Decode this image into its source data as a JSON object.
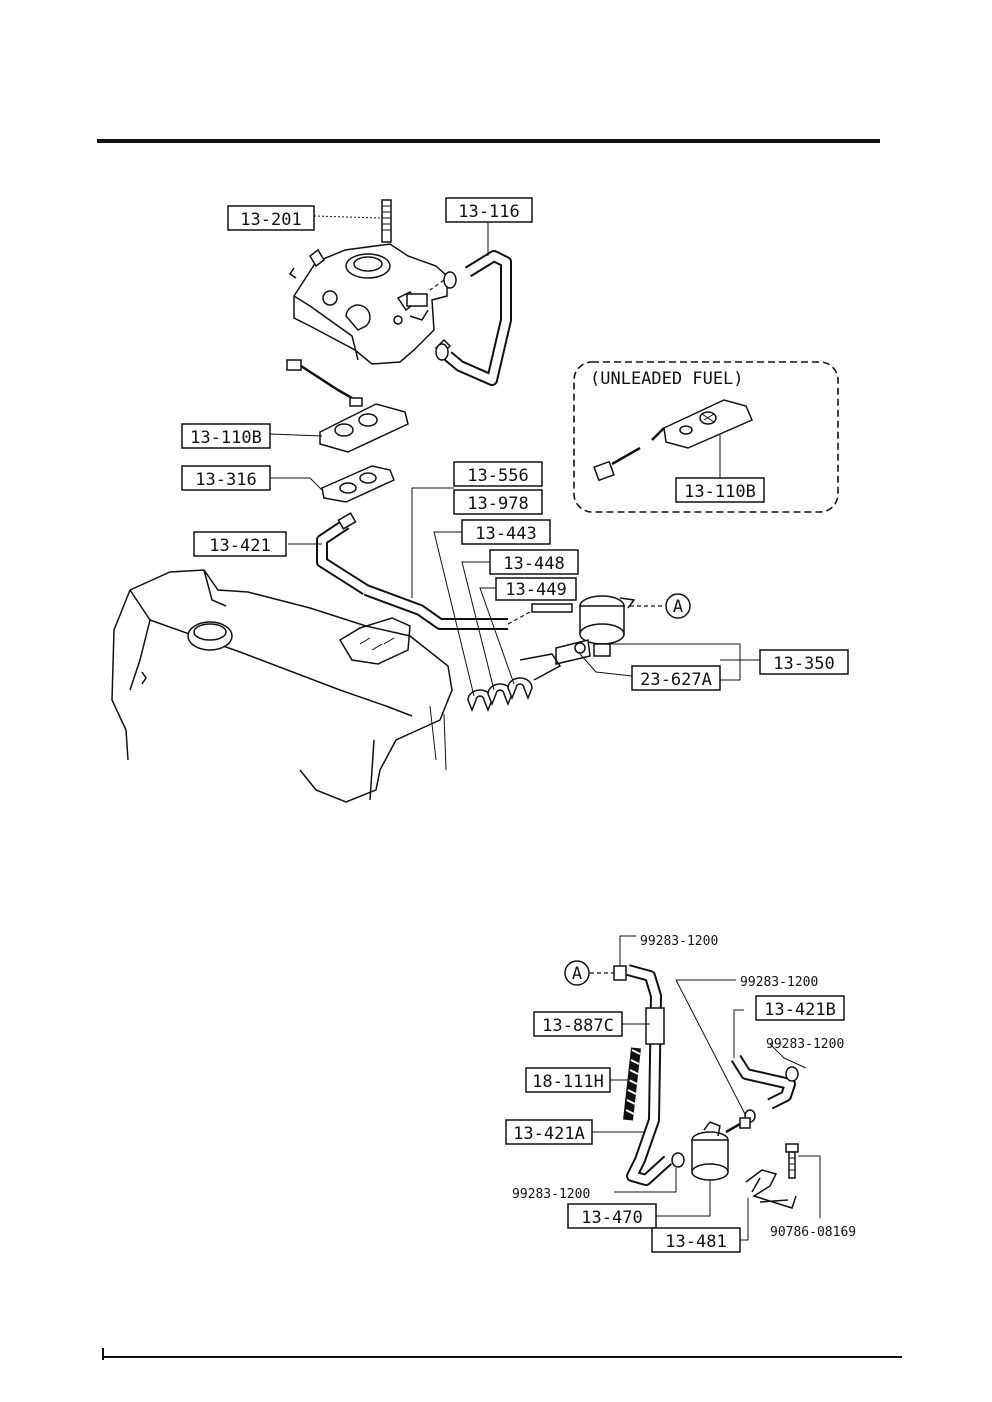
{
  "callouts": {
    "p13_201": "13-201",
    "p13_116": "13-116",
    "p13_110b_left": "13-110B",
    "p13_316": "13-316",
    "p13_556": "13-556",
    "p13_978": "13-978",
    "p13_421": "13-421",
    "p13_443": "13-443",
    "p13_448": "13-448",
    "p13_449": "13-449",
    "p13_350": "13-350",
    "p23_627a": "23-627A",
    "p13_110b_unleaded": "13-110B",
    "p13_887c": "13-887C",
    "p18_111h": "18-111H",
    "p13_421a": "13-421A",
    "p13_421b": "13-421B",
    "p13_470": "13-470",
    "p13_481": "13-481"
  },
  "part_numbers": {
    "clip_top": "99283-1200",
    "clip_right_top": "99283-1200",
    "clip_right_mid": "99283-1200",
    "clip_bottom": "99283-1200",
    "bolt": "90786-08169"
  },
  "unleaded_fuel_label": "(UNLEADED FUEL)",
  "connector_a_top": "A",
  "connector_a_bottom": "A"
}
